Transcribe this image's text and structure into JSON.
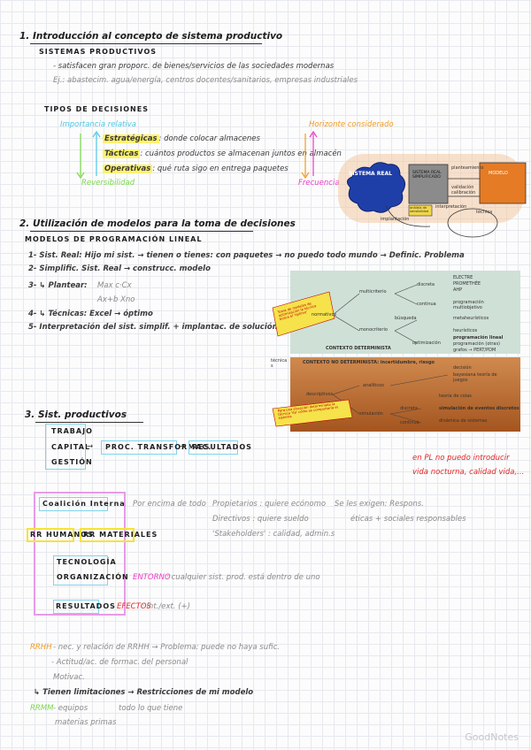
{
  "section1": {
    "title": "1. Introducción al concepto de sistema productivo",
    "subtitle": "SISTEMAS PRODUCTIVOS",
    "line1": "- satisfacen gran proporc. de bienes/servicios de las sociedades modernas",
    "line2": "Ej.: abastecim. agua/energía, centros docentes/sanitarios, empresas industriales",
    "tipos_title": "TIPOS DE DECISIONES",
    "importancia": "Importancia relativa",
    "horizonte": "Horizonte considerado",
    "estrategicas": "Estratégicas",
    "estrategicas_desc": ": donde colocar almacenes",
    "tacticas": "Tácticas",
    "tacticas_desc": ": cuántos productos se almacenan juntos en almacén",
    "operativas": "Operativas",
    "operativas_desc": ": qué ruta sigo en entrega paquetes",
    "reversibilidad": "Reversibilidad",
    "frecuencia": "Frecuencia"
  },
  "diagram1": {
    "real": "SISTEMA REAL",
    "simplificado": "SISTEMA REAL SIMPLIFICADO",
    "modelo": "MODELO",
    "planteamiento": "planteamiento",
    "validacion": "validación calibración",
    "interpretacion": "interpretación",
    "analisis": "análisis de sensibilidad",
    "implantacion": "implantación",
    "tecnica": "técnica"
  },
  "section2": {
    "title": "2. Utilización de modelos para la toma de decisiones",
    "subtitle": "MODELOS DE PROGRAMACIÓN LINEAL",
    "step1": "1- Sist. Real: Hijo mi sist. → tienen o tienes: con paquetes → no puedo todo mundo → Definic. Problema",
    "step2": "2- Simplific. Sist. Real → construcc. modelo",
    "step3": "3- ↳ Plantear:",
    "step3_math_a": "Max c·Cx",
    "step3_math_b": "Ax+b    Xno",
    "step4": "4- ↳ Técnicas: Excel → óptimo",
    "step5": "5- Interpretación del sist. simplif. + implantac. de solución sist. real"
  },
  "diagram2": {
    "determinista": "CONTEXTO DETERMINISTA",
    "no_determinista": "CONTEXTO NO DETERMINISTA: incertidumbre, riesgo",
    "normativos": "normativos",
    "descriptivos": "descriptivos",
    "multicriterio": "multicriterio",
    "monocriterio": "monocriterio",
    "discreta": "discreta",
    "continua": "continua",
    "busqueda": "búsqueda",
    "optimizacion": "optimización",
    "electre": "ELECTRE",
    "promethee": "PROMETHÉE",
    "ahp": "AHP",
    "prog_multi": "programación multiobjetivo",
    "metaheuristicos": "metaheurísticos",
    "heuristicos": "heurísticos",
    "prog_lineal": "programación lineal",
    "prog_otras": "programación (otras)",
    "grafos": "grafos → PERT/PDM",
    "analiticos": "analíticos",
    "simulacion": "simulación",
    "discreta2": "discreta",
    "continua2": "continua",
    "decision": "decisión",
    "bayesiana": "bayesiana teoría de juegos",
    "colas": "teoría de colas",
    "sim_eventos": "simulación de eventos discretos",
    "dinamica": "dinámica de sistemas",
    "tecnicas": "técnica s",
    "note1": "Toma de modelos de optimización la técnica busca el 'óptimo'",
    "note2": "Para una situación determinada la técnica 'da' cómo se comportaría el sistema"
  },
  "section3": {
    "title": "3. Sist. productivos",
    "trabajo": "TRABAJO",
    "capital": "CAPITAL",
    "gestion": "GESTIÓN",
    "proc": "PROC. TRANSFORMAC.",
    "resultados": "RESULTADOS",
    "red_note1": "en PL no puedo introducir",
    "red_note2": "vida nocturna, calidad vida,...",
    "coalicion": "Coalición Interna",
    "por_encima": "Por encima de todo",
    "propietarios": "Propietarios : quiere ecónomo",
    "directivos": "Directivos : quiere sueldo",
    "stakeholders": "'Stakeholders' : calidad, admin.s",
    "enlaces": "Se les exigen: Respons.",
    "eticas": "éticas + sociales responsables",
    "rr_humanos": "RR HUMANOS",
    "rr_materiales": "RR MATERIALES",
    "tecnologia": "TECNOLOGÍA",
    "organizacion": "ORGANIZACIÓN",
    "entorno": "ENTORNO",
    "entorno_desc": ": cualquier sist. prod. está dentro de uno",
    "resultados2": "RESULTADOS",
    "efectos": "EFECTOS",
    "efectos_desc": ": int./ext. (+)",
    "rrhh1_tag": "RRHH",
    "rrhh1": "- nec. y relación de RRHH → Problema: puede no haya sufic.",
    "actitud": "- Actitud/ac. de formac.",
    "del_personal": "del personal",
    "motivac": "Motivac.",
    "limitaciones": "↳ Tienen limitaciones → Restricciones de mi modelo",
    "rrmm_tag": "RRMM",
    "equipos": "- equipos",
    "materias": "materias primas",
    "todo_lo": "todo lo que tiene"
  },
  "watermark": "GoodNotes"
}
